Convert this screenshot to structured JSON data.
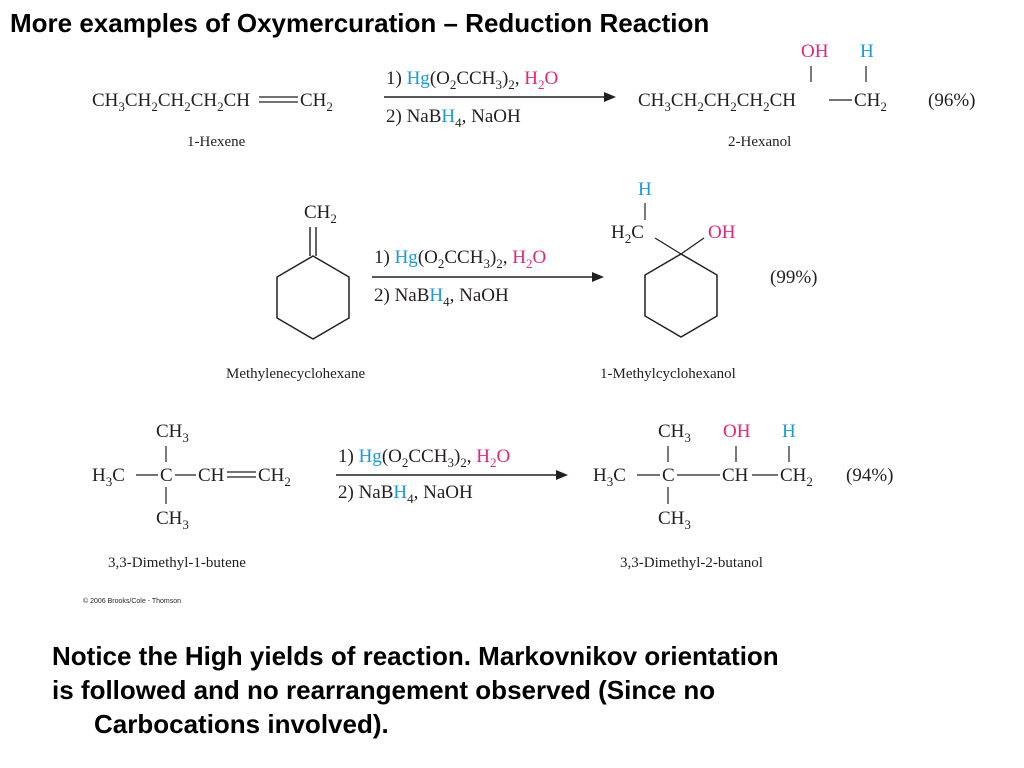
{
  "slide": {
    "title": "More examples of Oxymercuration – Reduction Reaction",
    "note_line1": "Notice the High yields of reaction. Markovnikov orientation",
    "note_line2": "is followed and no rearrangement observed (Since no",
    "note_line3": "Carbocations involved).",
    "copyright": "© 2006 Brooks/Cole - Thomson"
  },
  "reagents": {
    "step1_prefix": "1) ",
    "hg": "Hg",
    "reagent_mid": "(O",
    "sub2": "2",
    "reagent_end": "CCH",
    "sub3": "3",
    "close": ")",
    "comma": ", ",
    "h": "H",
    "o": "O",
    "step2_prefix": "2) NaB",
    "h4": "H",
    "sub4": "4",
    "naoh": ", NaOH"
  },
  "reactions": [
    {
      "reactant_name": "1-Hexene",
      "product_name": "2-Hexanol",
      "yield": "(96%)"
    },
    {
      "reactant_name": "Methylenecyclohexane",
      "product_name": "1-Methylcyclohexanol",
      "yield": "(99%)"
    },
    {
      "reactant_name": "3,3-Dimethyl-1-butene",
      "product_name": "3,3-Dimethyl-2-butanol",
      "yield": "(94%)"
    }
  ],
  "colors": {
    "hg": "#1a9ad6",
    "water_oh": "#e0267e",
    "text": "#231f20"
  }
}
